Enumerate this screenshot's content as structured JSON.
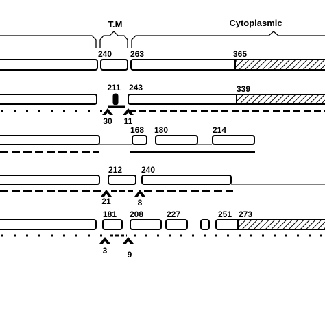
{
  "header": {
    "tm_label": "T.M",
    "cyto_label": "Cytoplasmic"
  },
  "rows": [
    {
      "id": "row1",
      "labels": [
        "240",
        "263",
        "365"
      ]
    },
    {
      "id": "row2",
      "labels": [
        "211",
        "243",
        "339"
      ],
      "arrow_labels": [
        "30",
        "11"
      ]
    },
    {
      "id": "row3",
      "labels": [
        "168",
        "180",
        "214"
      ]
    },
    {
      "id": "row4",
      "labels": [
        "212",
        "240"
      ],
      "arrow_labels": [
        "21",
        "8"
      ]
    },
    {
      "id": "row5",
      "labels": [
        "181",
        "208",
        "227",
        "251",
        "273"
      ],
      "arrow_labels": [
        "3",
        "9"
      ]
    }
  ]
}
